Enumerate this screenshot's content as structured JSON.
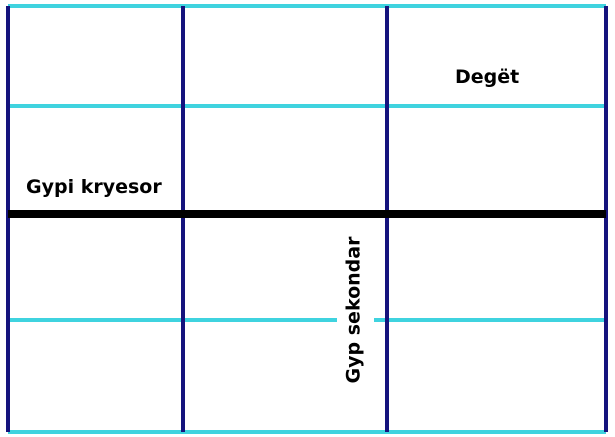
{
  "labels": {
    "branches": "Degët",
    "main_ridge": "Gypi kryesor",
    "secondary_ridge": "Gyp sekondar"
  },
  "colors": {
    "cyan_lines": "#3fd3df",
    "navy_lines": "#15137d",
    "black_line": "#000000",
    "background": "#ffffff"
  }
}
